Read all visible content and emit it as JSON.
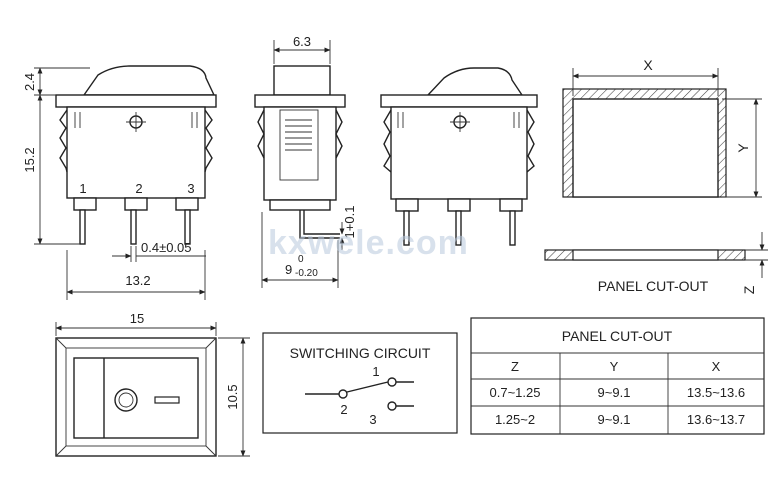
{
  "watermark": "kxwele.com",
  "front_view": {
    "dim_top": "2.4",
    "dim_height": "15.2",
    "dim_pin_width": "0.4±0.05",
    "dim_width": "13.2",
    "pins": [
      "1",
      "2",
      "3"
    ]
  },
  "side_view": {
    "dim_top": "6.3",
    "dim_bottom_main": "9",
    "dim_bottom_sup": "0",
    "dim_bottom_sub": "-0.20",
    "dim_pin": "1+0.1"
  },
  "cutout_drawing": {
    "label_x": "X",
    "label_y": "Y",
    "label_z": "Z",
    "caption": "PANEL CUT-OUT"
  },
  "top_view": {
    "dim_width": "15",
    "dim_height": "10.5"
  },
  "switching_circuit": {
    "title": "SWITCHING CIRCUIT",
    "terminals": [
      "1",
      "2",
      "3"
    ]
  },
  "cutout_table": {
    "title": "PANEL CUT-OUT",
    "headers": [
      "Z",
      "Y",
      "X"
    ],
    "rows": [
      [
        "0.7~1.25",
        "9~9.1",
        "13.5~13.6"
      ],
      [
        "1.25~2",
        "9~9.1",
        "13.6~13.7"
      ]
    ]
  }
}
